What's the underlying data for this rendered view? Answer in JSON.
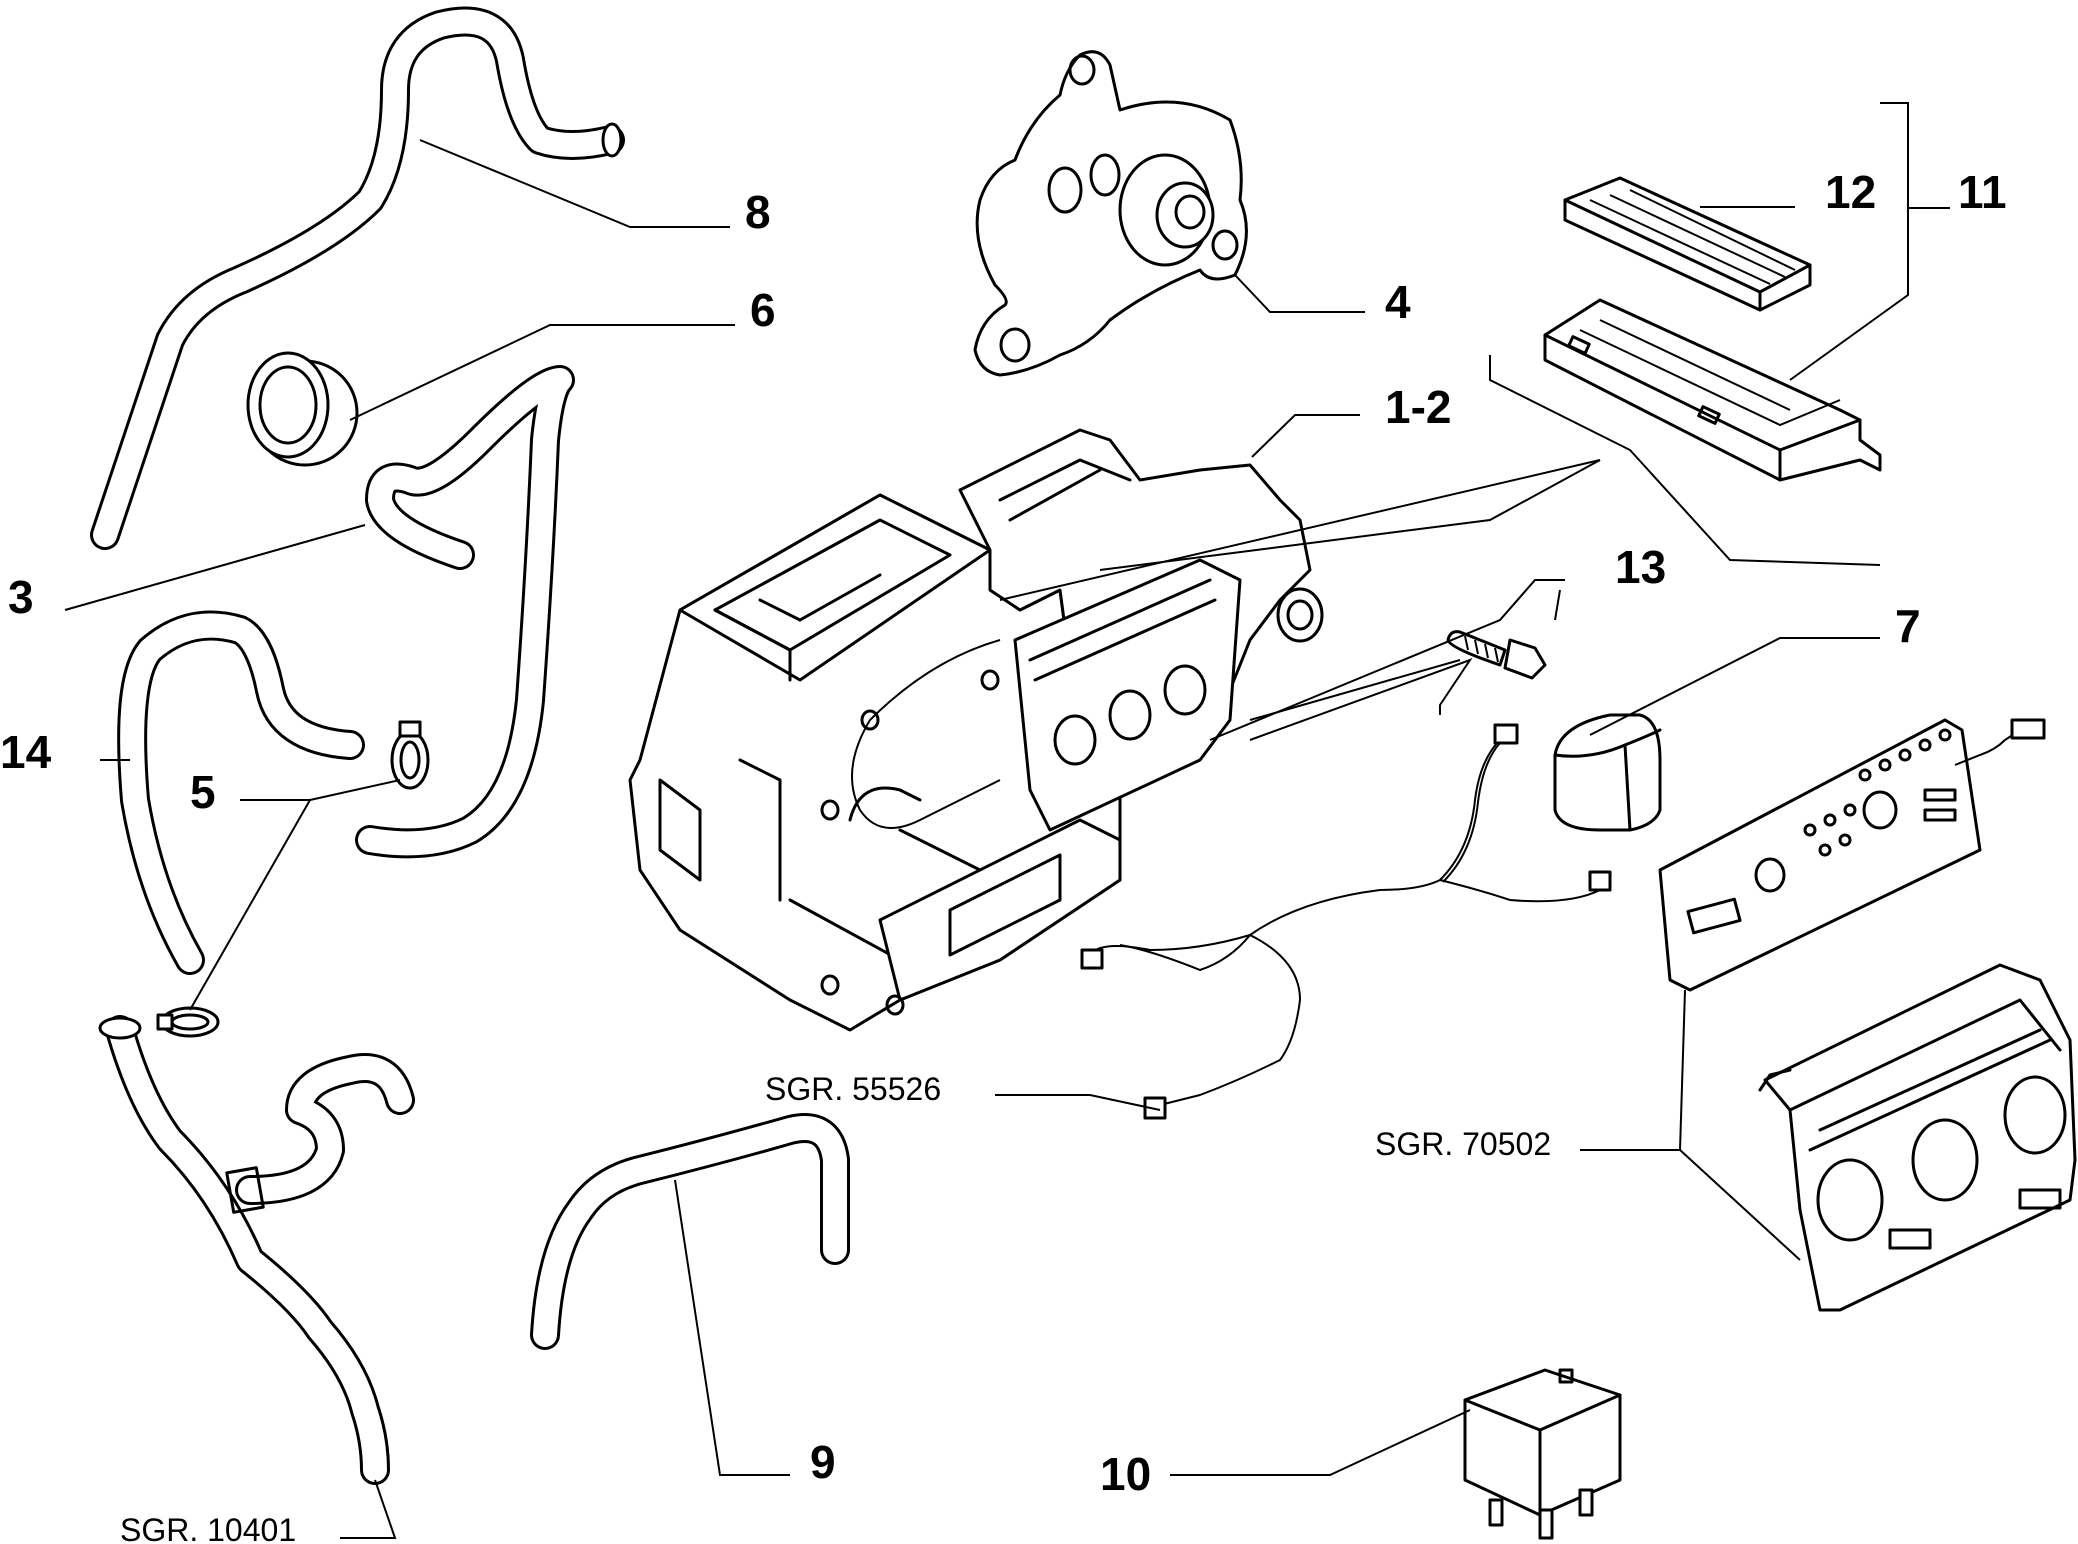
{
  "callouts": {
    "c8": "8",
    "c6": "6",
    "c4": "4",
    "c12": "12",
    "c11": "11",
    "c1_2": "1-2",
    "c3": "3",
    "c13": "13",
    "c7": "7",
    "c14": "14",
    "c5": "5",
    "c9": "9",
    "c10": "10"
  },
  "references": {
    "sgr_55526": "SGR. 55526",
    "sgr_70502": "SGR. 70502",
    "sgr_10401": "SGR. 10401"
  }
}
